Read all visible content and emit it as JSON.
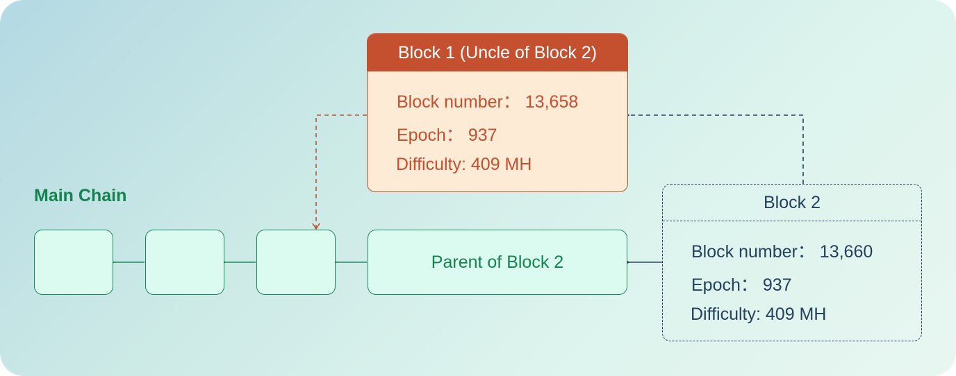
{
  "main_chain": {
    "label": "Main Chain",
    "parent_label": "Parent of Block 2"
  },
  "uncle_block": {
    "title": "Block 1 (Uncle of Block 2)",
    "block_number": "Block number： 13,658",
    "epoch": "Epoch： 937",
    "difficulty": "Difficulty: 409 MH"
  },
  "block2": {
    "title": "Block 2",
    "block_number": "Block number： 13,660",
    "epoch": "Epoch： 937",
    "difficulty": "Difficulty: 409 MH"
  },
  "colors": {
    "main_chain": "#15834f",
    "uncle_accent": "#c5502f",
    "uncle_fill": "#fdebd6",
    "block2_stroke": "#24415e"
  }
}
